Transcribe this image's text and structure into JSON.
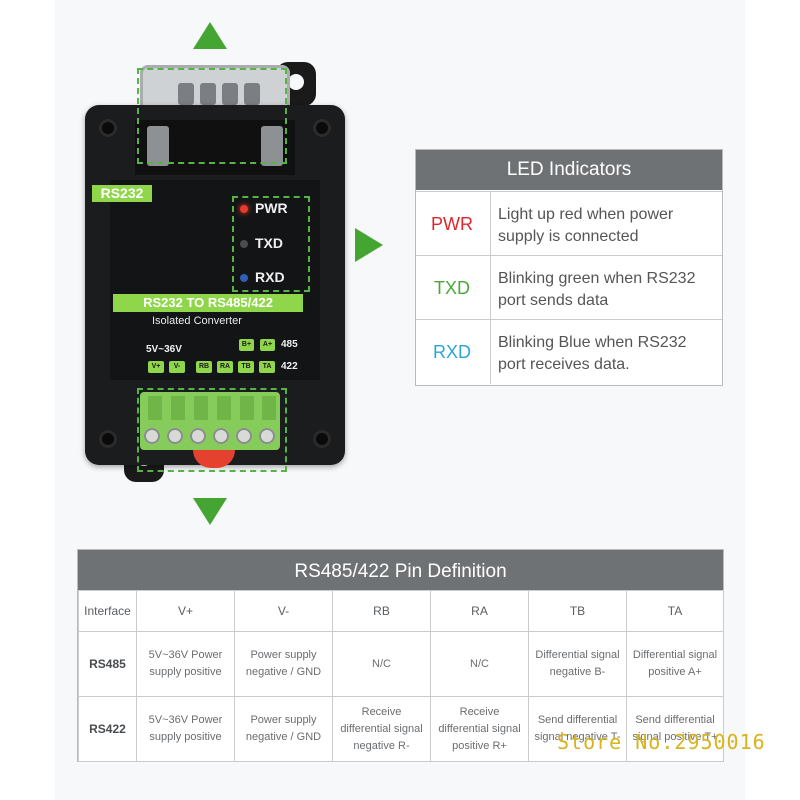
{
  "device": {
    "port_label": "RS232",
    "title_label": "RS232 TO RS485/422",
    "subtitle": "Isolated Converter",
    "leds": [
      {
        "label": "PWR",
        "color": "#e83a2a"
      },
      {
        "label": "TXD",
        "color": "#4a4d4b"
      },
      {
        "label": "RXD",
        "color": "#2f5fb5"
      }
    ],
    "power_label": "5V~36V",
    "row485": {
      "pins": [
        "B+",
        "A+"
      ],
      "label": "485"
    },
    "row422": {
      "pins": [
        "V+",
        "V-",
        "RB",
        "RA",
        "TB",
        "TA"
      ],
      "label": "422"
    }
  },
  "led_indicators": {
    "title": "LED Indicators",
    "rows": [
      {
        "name": "PWR",
        "color": "#e0262c",
        "description": "Light up red when power supply is connected"
      },
      {
        "name": "TXD",
        "color": "#4aa83a",
        "description": "Blinking green when RS232 port sends data"
      },
      {
        "name": "RXD",
        "color": "#2aa6d9",
        "description": "Blinking Blue when RS232 port receives data."
      }
    ]
  },
  "pin_definition": {
    "title": "RS485/422 Pin Definition",
    "columns": [
      "Interface",
      "V+",
      "V-",
      "RB",
      "RA",
      "TB",
      "TA"
    ],
    "rows": [
      {
        "interface": "RS485",
        "cells": [
          "5V~36V Power supply positive",
          "Power supply negative / GND",
          "N/C",
          "N/C",
          "Differential signal negative B-",
          "Differential signal positive A+"
        ]
      },
      {
        "interface": "RS422",
        "cells": [
          "5V~36V Power supply positive",
          "Power supply negative / GND",
          "Receive differential signal negative R-",
          "Receive differential signal positive R+",
          "Send differential signal negative T-",
          "Send differential signal positive T+"
        ]
      }
    ]
  },
  "watermark": "Store No.2950016",
  "accent_color": "#45a533"
}
